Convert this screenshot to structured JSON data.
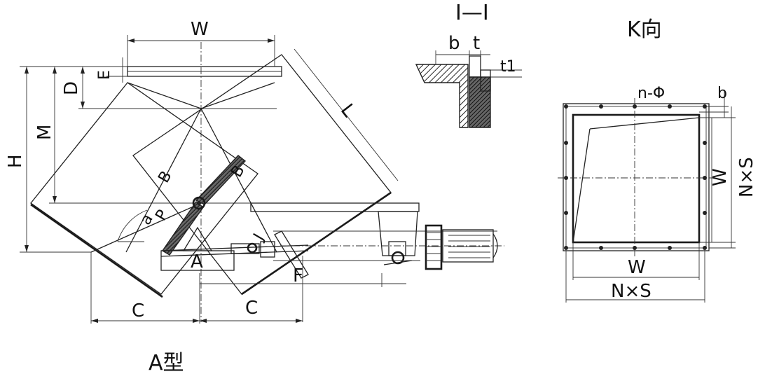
{
  "labels": {
    "width": "W",
    "height": "H",
    "m_dim": "M",
    "d_dim": "D",
    "e_dim": "E",
    "length": "L",
    "c_left": "C",
    "c_right": "C",
    "angle": "a",
    "p_dim": "P",
    "blade_left": "B",
    "blade_right": "B",
    "center": "A",
    "j_dim": "J",
    "f_dim": "F",
    "type_caption": "A型"
  },
  "section": {
    "title": "I—I",
    "b": "b",
    "t": "t",
    "t1": "t1"
  },
  "kview": {
    "title": "K向",
    "holes": "n-Φ",
    "b": "b",
    "w_right": "W",
    "ns_right": "N×S",
    "w_bottom": "W",
    "ns_bottom": "N×S"
  }
}
